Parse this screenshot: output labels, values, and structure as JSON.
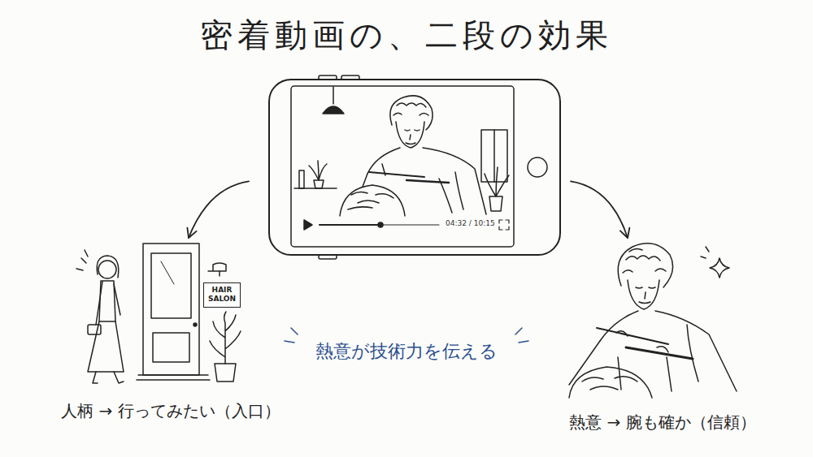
{
  "diagram": {
    "title": "密着動画の、二段の効果",
    "nodes": [
      {
        "text": [
          "04:32 / 10:15"
        ]
      },
      {
        "text": [
          "人柄 → 行ってみたい（入口）"
        ]
      },
      {
        "text": [
          "HAIR SALON"
        ],
        "in": 1
      },
      {
        "text": [
          "熱意 → 腕も確か（信頼）"
        ]
      }
    ],
    "edges": [
      {
        "from": 0,
        "to": 1,
        "arrow": "to"
      },
      {
        "from": 0,
        "to": 3,
        "arrow": "to"
      }
    ],
    "labels": [
      "熱意が技術力を伝える"
    ]
  }
}
